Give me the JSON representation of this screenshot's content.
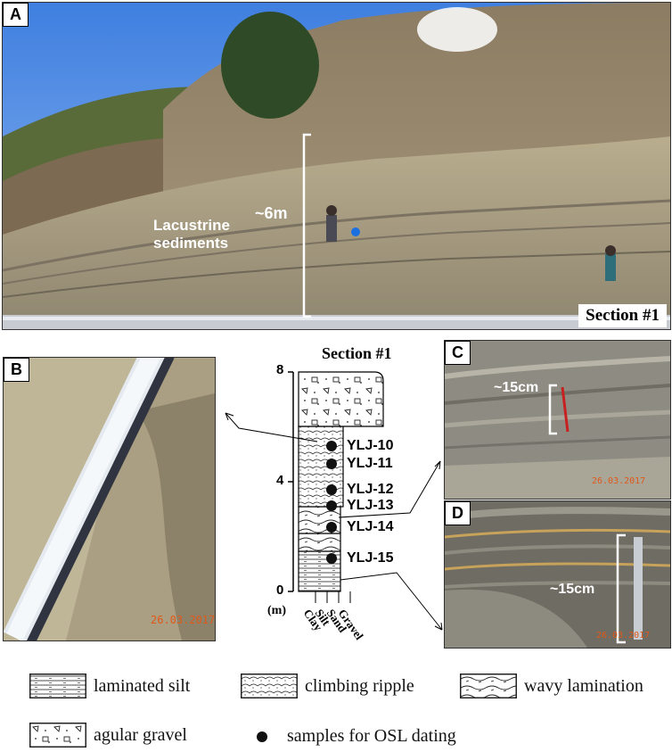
{
  "panel_a": {
    "letter": "A",
    "label_lacustrine_1": "Lacustrine",
    "label_lacustrine_2": "sediments",
    "label_height": "~6m",
    "label_section": "Section #1"
  },
  "panel_b": {
    "letter": "B",
    "date": "26.03.2017"
  },
  "panel_c": {
    "letter": "C",
    "label_scale": "~15cm",
    "date": "26.03.2017"
  },
  "panel_d": {
    "letter": "D",
    "label_scale": "~15cm",
    "date": "26.03.2017"
  },
  "column": {
    "title": "Section #1",
    "y_ticks": [
      "8",
      "4",
      "0"
    ],
    "unit": "(m)",
    "x_labels": [
      "Clay",
      "Silt",
      "Sand",
      "Gravel"
    ],
    "samples": [
      "YLJ-10",
      "YLJ-11",
      "YLJ-12",
      "YLJ-13",
      "YLJ-14",
      "YLJ-15"
    ]
  },
  "legend": {
    "laminated_silt": "laminated silt",
    "climbing_ripple": "climbing ripple",
    "wavy_lamination": "wavy lamination",
    "angular_gravel": "agular gravel",
    "osl_samples": "samples for OSL dating"
  }
}
